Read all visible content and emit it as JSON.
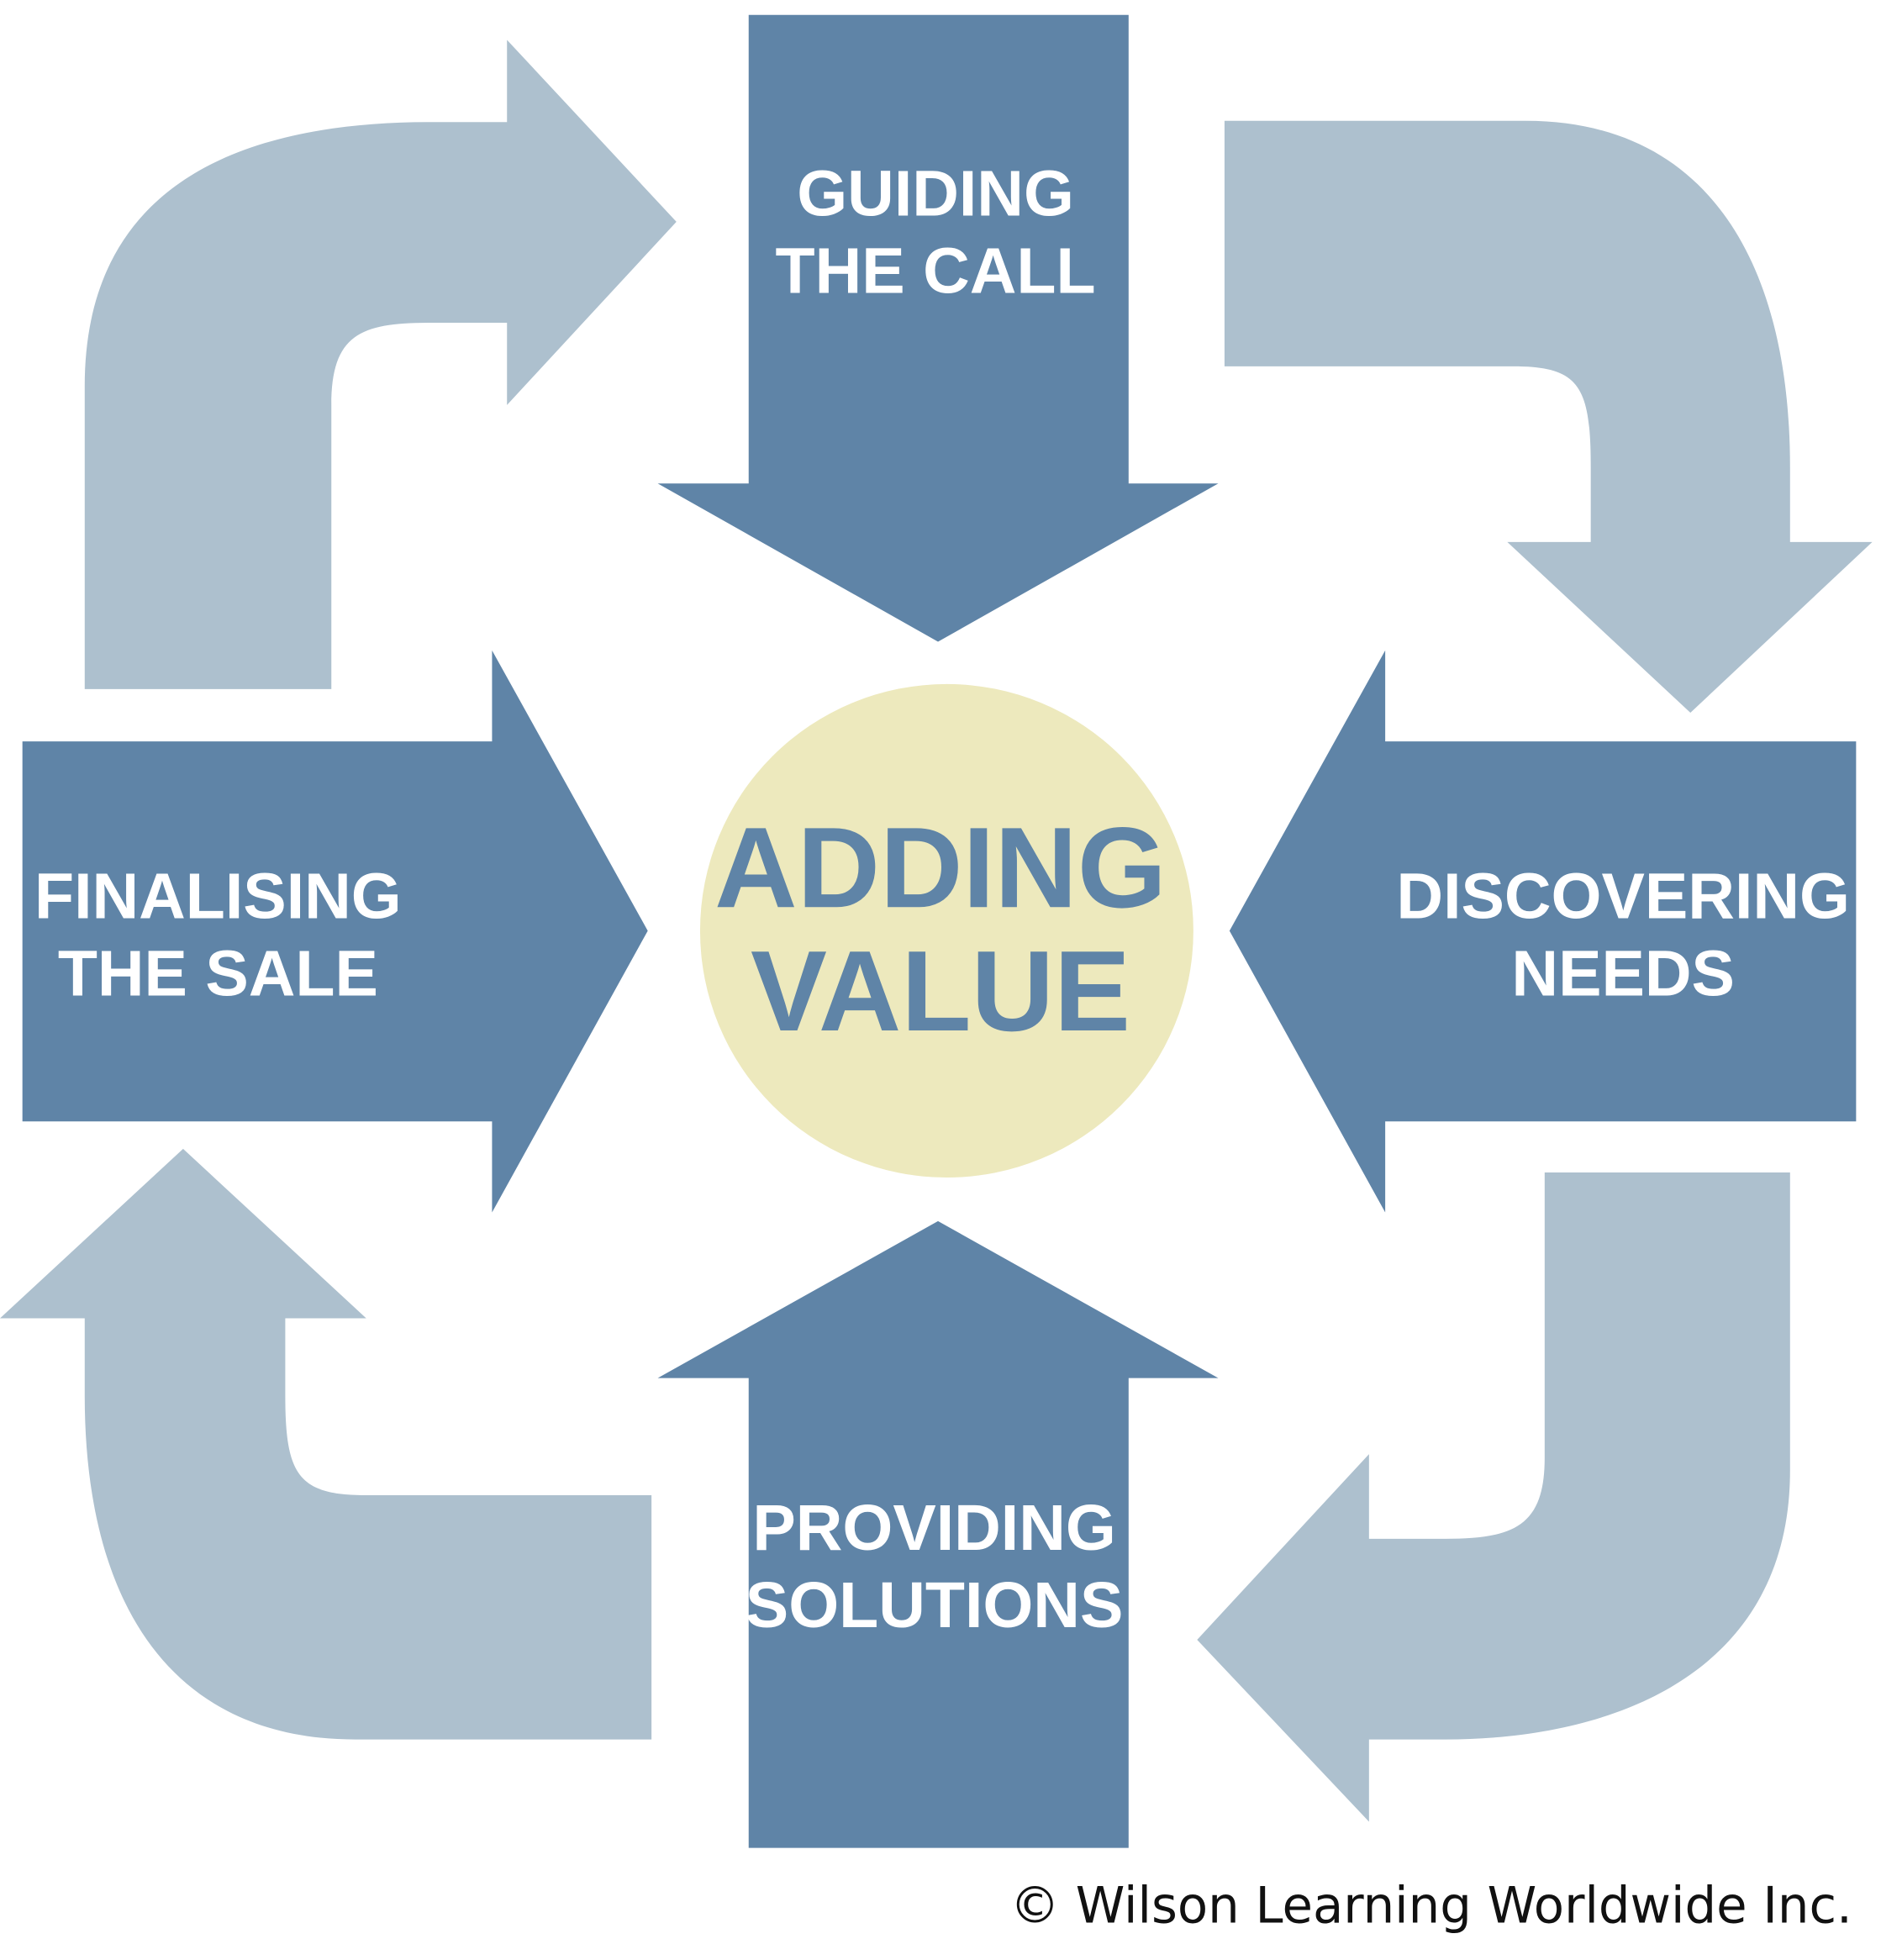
{
  "diagram": {
    "title": "Adding Value sales cycle",
    "colors": {
      "primary_arrow": "#5f84a7",
      "cycle_arrow": "#adc0ce",
      "center_circle": "#ede9bd",
      "center_text": "#5f84a7",
      "label_text": "#ffffff",
      "copyright_text": "#111111"
    },
    "center": {
      "line1": "ADDING",
      "line2": "VALUE"
    },
    "stages": [
      {
        "id": "guiding",
        "position": "top",
        "direction": "down",
        "line1": "GUIDING",
        "line2": "THE CALL"
      },
      {
        "id": "discovering",
        "position": "right",
        "direction": "left",
        "line1": "DISCOVERING",
        "line2": "NEEDS"
      },
      {
        "id": "providing",
        "position": "bottom",
        "direction": "up",
        "line1": "PROVIDING",
        "line2": "SOLUTIONS"
      },
      {
        "id": "finalising",
        "position": "left",
        "direction": "right",
        "line1": "FINALISING",
        "line2": "THE SALE"
      }
    ],
    "cycle_arrows": [
      {
        "id": "top-left",
        "from": "FINALISING THE SALE",
        "to": "GUIDING THE CALL"
      },
      {
        "id": "top-right",
        "from": "GUIDING THE CALL",
        "to": "DISCOVERING NEEDS"
      },
      {
        "id": "bottom-right",
        "from": "DISCOVERING NEEDS",
        "to": "PROVIDING SOLUTIONS"
      },
      {
        "id": "bottom-left",
        "from": "PROVIDING SOLUTIONS",
        "to": "FINALISING THE SALE"
      }
    ],
    "copyright": "© Wilson Learning Worldwide Inc."
  }
}
